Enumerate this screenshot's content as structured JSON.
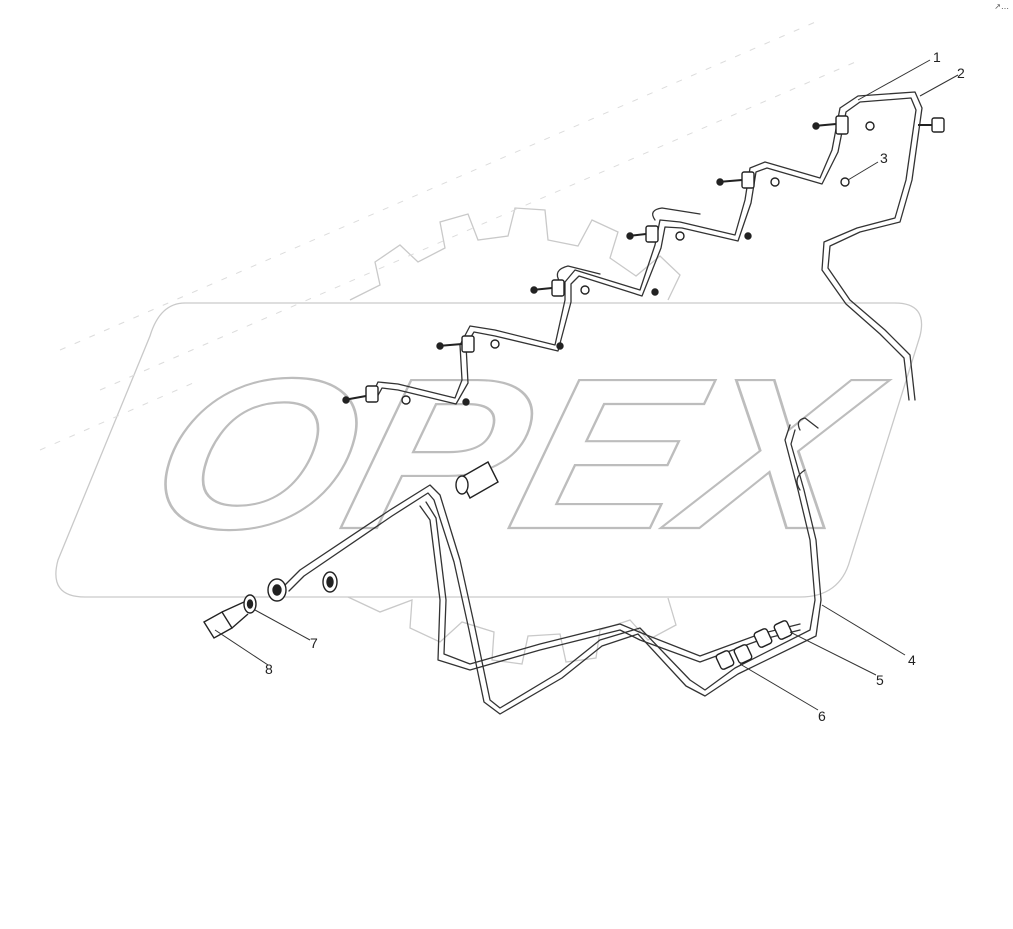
{
  "watermark": {
    "text": "OPEX"
  },
  "corner_mark": "↗…",
  "callouts": [
    {
      "label": "1"
    },
    {
      "label": "2"
    },
    {
      "label": "3"
    },
    {
      "label": "4"
    },
    {
      "label": "5"
    },
    {
      "label": "6"
    },
    {
      "label": "7"
    },
    {
      "label": "8"
    }
  ]
}
